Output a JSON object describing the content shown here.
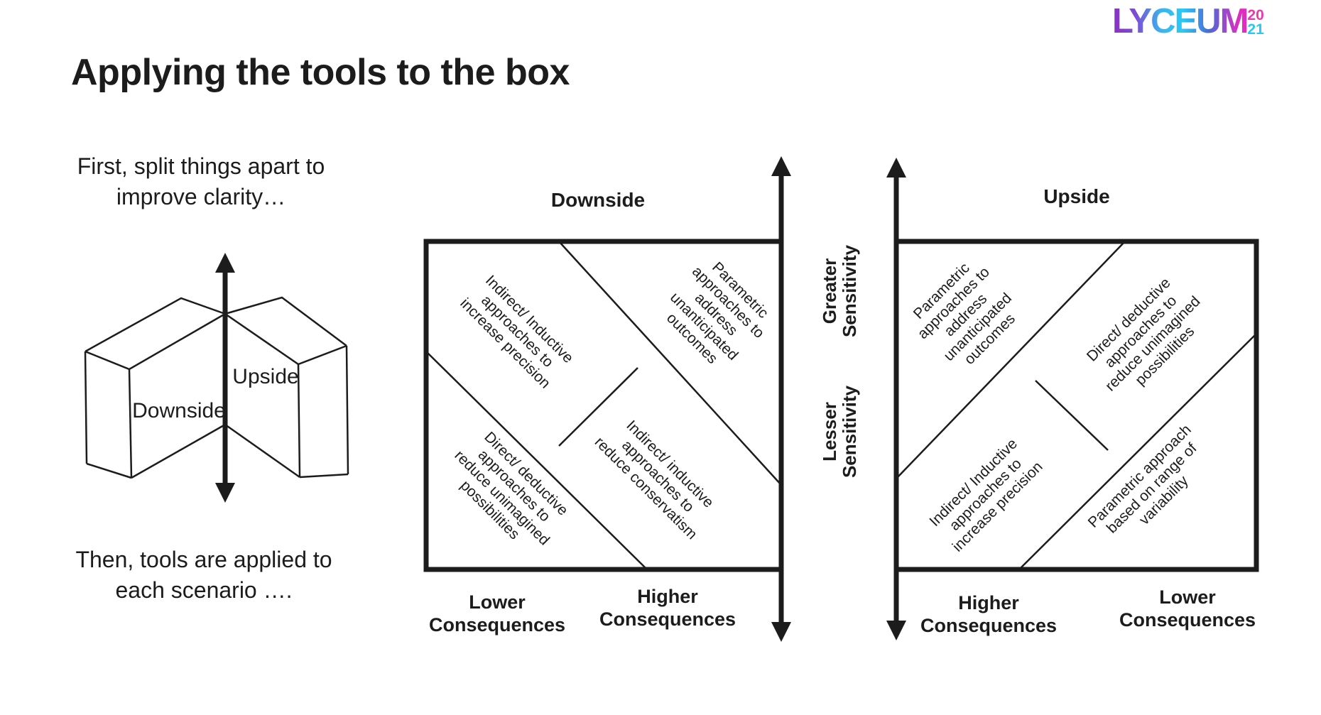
{
  "slide": {
    "title": "Applying the tools to the box",
    "intro": "First, split things apart to\nimprove clarity…",
    "outro": "Then, tools are applied to\neach scenario ….",
    "background_color": "#ffffff",
    "ink_color": "#1c1c1c"
  },
  "logo": {
    "brand": "LYCEUM",
    "year_top": "20",
    "year_bottom": "21",
    "gradient_colors": [
      "#8a2fc4",
      "#7b4fd6",
      "#3ab4ec",
      "#2bc9f4",
      "#4b6ad8",
      "#e02cc0"
    ],
    "year_top_color": "#e93aac",
    "year_bottom_color": "#29c8f3"
  },
  "split_figure": {
    "downside_label": "Downside",
    "upside_label": "Upside"
  },
  "sensitivity_axis": {
    "greater": "Greater\nSensitivity",
    "lesser": "Lesser\nSensitivity"
  },
  "downside_matrix": {
    "header": "Downside",
    "top_left": "Indirect/ Inductive\napproaches to\nincrease precision",
    "top_right": "Parametric\napproaches to\naddress\nunanticipated\noutcomes",
    "bottom_left": "Direct/ deductive\napproaches to\nreduce unimagined\npossibilities",
    "bottom_right": "Indirect/ inductive\napproaches to\nreduce conservatism",
    "x_left": "Lower\nConsequences",
    "x_right": "Higher\nConsequences"
  },
  "upside_matrix": {
    "header": "Upside",
    "top_left": "Parametric\napproaches to\naddress\nunanticipated\noutcomes",
    "top_right": "Direct/ deductive\napproaches to\nreduce unimagined\npossibilities",
    "bottom_left": "Indirect/ Inductive\napproaches to\nincrease precision",
    "bottom_right": "Parametric approach\nbased on range of\nvariability",
    "x_left": "Higher\nConsequences",
    "x_right": "Lower\nConsequences"
  }
}
